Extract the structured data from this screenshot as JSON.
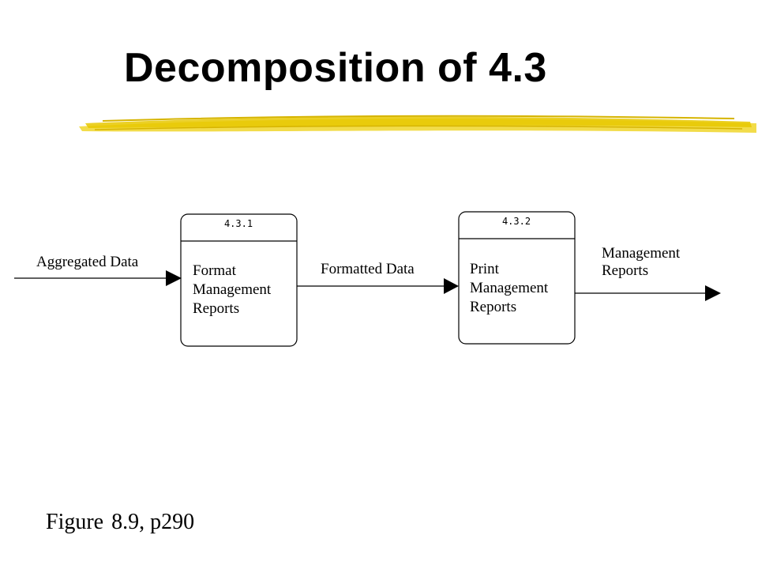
{
  "slide": {
    "title": "Decomposition of 4.3",
    "caption_figure": "Figure",
    "caption_ref": "8.9, p290"
  },
  "colors": {
    "highlight": "#e8c800",
    "highlight_light": "#f2dc4a",
    "line": "#000000"
  },
  "diagram": {
    "processes": [
      {
        "id": "4.3.1",
        "name_lines": [
          "Format",
          "Management",
          "Reports"
        ]
      },
      {
        "id": "4.3.2",
        "name_lines": [
          "Print",
          "Management",
          "Reports"
        ]
      }
    ],
    "flows": [
      {
        "label_lines": [
          "Aggregated Data"
        ]
      },
      {
        "label_lines": [
          "Formatted Data"
        ]
      },
      {
        "label_lines": [
          "Management",
          "Reports"
        ]
      }
    ]
  }
}
